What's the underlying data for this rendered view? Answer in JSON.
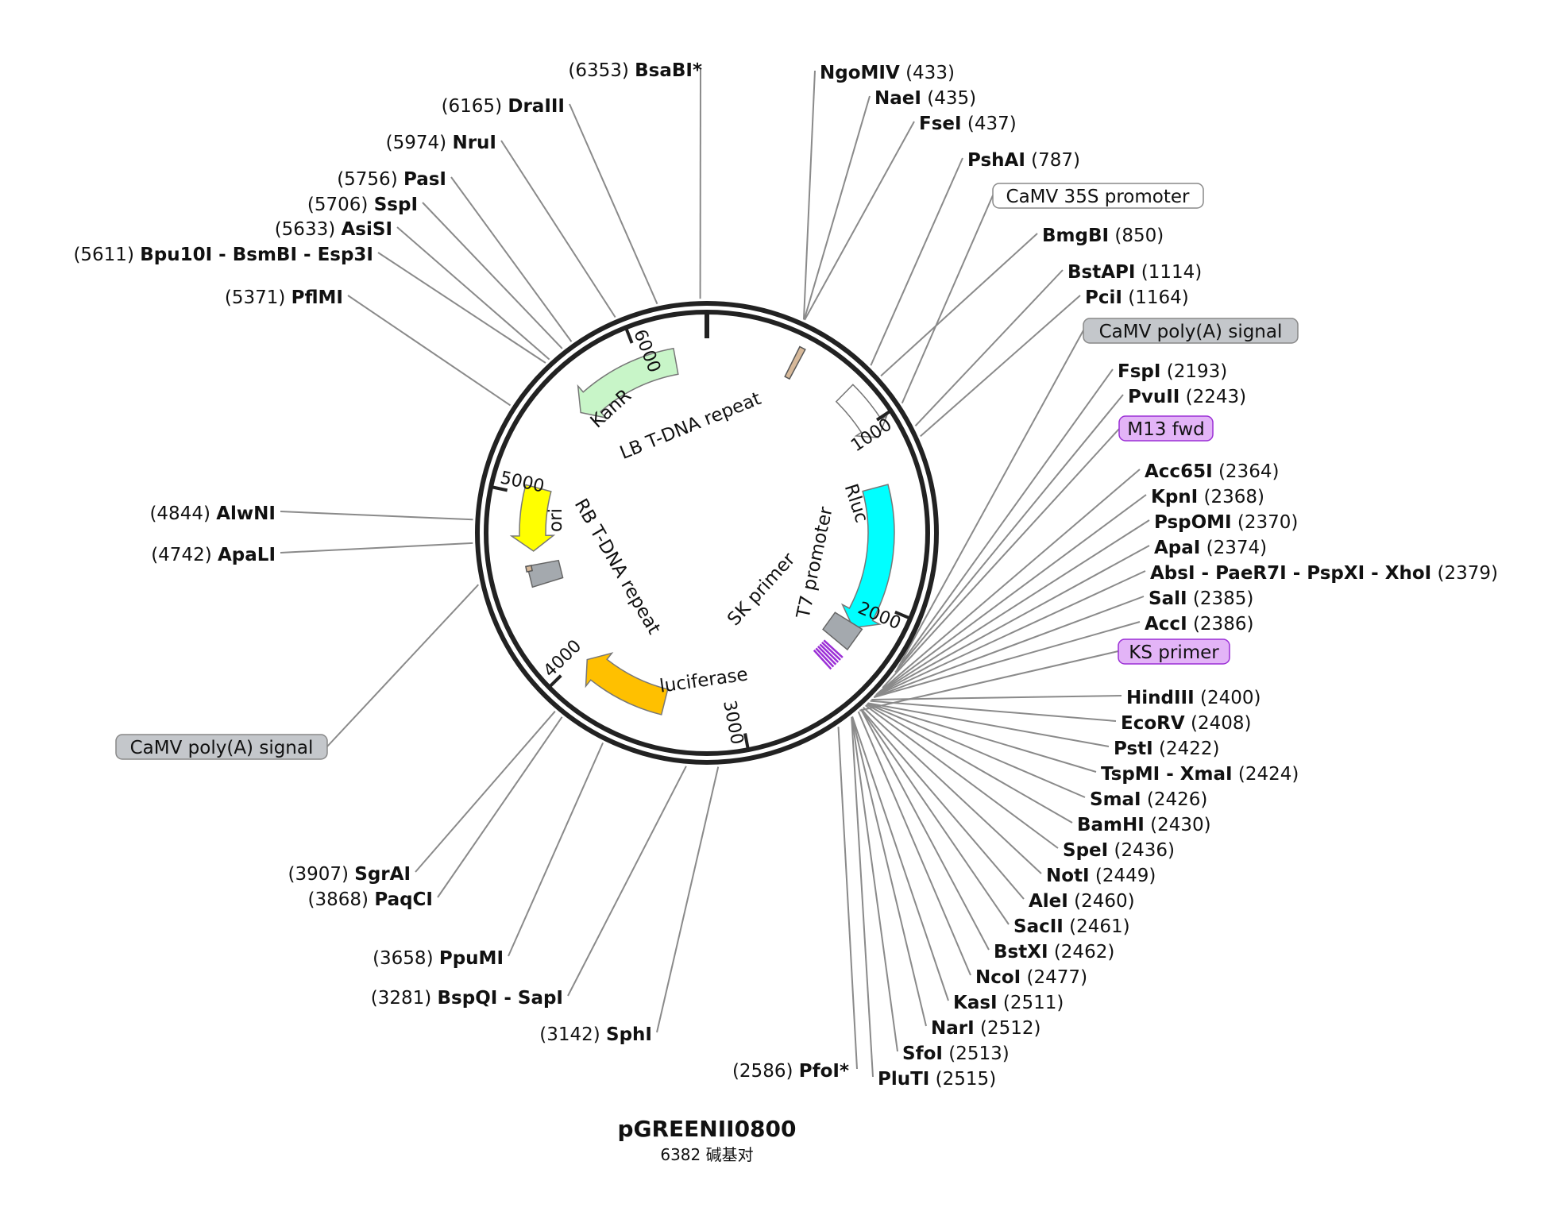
{
  "plasmid": {
    "name": "pGREENII0800",
    "size_label": "6382 碱基对",
    "length": 6382
  },
  "colors": {
    "kanr": "#c8f5c8",
    "ori": "#ffff00",
    "rluc": "#00ffff",
    "luciferase": "#ffc000",
    "grey_feature": "#a4a9ae",
    "primer_fill": "#e3b4f7",
    "primer_stroke": "#9b2fd6",
    "polya_fill": "#c4c7cb",
    "promoter_fill": "#ffffff"
  },
  "ticks": [
    {
      "pos": 1000,
      "label": "1000"
    },
    {
      "pos": 2000,
      "label": "2000"
    },
    {
      "pos": 3000,
      "label": "3000"
    },
    {
      "pos": 4000,
      "label": "4000"
    },
    {
      "pos": 5000,
      "label": "5000"
    },
    {
      "pos": 6000,
      "label": "6000"
    }
  ],
  "features": [
    {
      "name": "KanR",
      "start": 6200,
      "end": 5560,
      "color": "#c8f5c8",
      "shape": "arrow"
    },
    {
      "name": "ori",
      "start": 5050,
      "end": 4680,
      "color": "#ffff00",
      "shape": "arrow"
    },
    {
      "name": "Rluc",
      "start": 1330,
      "end": 2180,
      "color": "#00ffff",
      "shape": "arrow"
    },
    {
      "name": "luciferase",
      "start": 3440,
      "end": 3960,
      "color": "#ffc000",
      "shape": "arrow"
    },
    {
      "name": "CaMV 35S promoter",
      "start": 470,
      "end": 1280,
      "color": "#ffffff",
      "shape": "arrow-outline"
    }
  ],
  "feature_labels": [
    {
      "text": "KanR"
    },
    {
      "text": "ori"
    },
    {
      "text": "Rluc"
    },
    {
      "text": "luciferase"
    },
    {
      "text": "LB T-DNA repeat"
    },
    {
      "text": "RB T-DNA repeat"
    },
    {
      "text": "T7 promoter"
    },
    {
      "text": "SK primer"
    }
  ],
  "boxed_labels": [
    {
      "text": "CaMV 35S promoter",
      "style": "promoter"
    },
    {
      "text": "CaMV poly(A) signal",
      "style": "polya"
    },
    {
      "text": "M13 fwd",
      "style": "primer"
    },
    {
      "text": "KS primer",
      "style": "primer"
    },
    {
      "text": "CaMV poly(A) signal",
      "style": "polya"
    }
  ],
  "sites": [
    {
      "pos": "(6353)",
      "name": "BsaBI*",
      "p": 6353
    },
    {
      "pos": "(6165)",
      "name": "DraIII",
      "p": 6165
    },
    {
      "pos": "(5974)",
      "name": "NruI",
      "p": 5974
    },
    {
      "pos": "(5756)",
      "name": "PasI",
      "p": 5756
    },
    {
      "pos": "(5706)",
      "name": "SspI",
      "p": 5706
    },
    {
      "pos": "(5633)",
      "name": "AsiSI",
      "p": 5633
    },
    {
      "pos": "(5611)",
      "name": "Bpu10I - BsmBI - Esp3I",
      "p": 5611
    },
    {
      "pos": "(5371)",
      "name": "PflMI",
      "p": 5371
    },
    {
      "pos": "(4844)",
      "name": "AlwNI",
      "p": 4844
    },
    {
      "pos": "(4742)",
      "name": "ApaLI",
      "p": 4742
    },
    {
      "pos": "(3907)",
      "name": "SgrAI",
      "p": 3907
    },
    {
      "pos": "(3868)",
      "name": "PaqCI",
      "p": 3868
    },
    {
      "pos": "(3658)",
      "name": "PpuMI",
      "p": 3658
    },
    {
      "pos": "(3281)",
      "name": "BspQI - SapI",
      "p": 3281
    },
    {
      "pos": "(3142)",
      "name": "SphI",
      "p": 3142
    },
    {
      "pos": "(2586)",
      "name": "PfoI*",
      "p": 2586
    },
    {
      "pos": "(433)",
      "name": "NgoMIV",
      "p": 433
    },
    {
      "pos": "(435)",
      "name": "NaeI",
      "p": 435
    },
    {
      "pos": "(437)",
      "name": "FseI",
      "p": 437
    },
    {
      "pos": "(787)",
      "name": "PshAI",
      "p": 787
    },
    {
      "pos": "(850)",
      "name": "BmgBI",
      "p": 850
    },
    {
      "pos": "(1114)",
      "name": "BstAPI",
      "p": 1114
    },
    {
      "pos": "(1164)",
      "name": "PciI",
      "p": 1164
    },
    {
      "pos": "(2193)",
      "name": "FspI",
      "p": 2193
    },
    {
      "pos": "(2243)",
      "name": "PvuII",
      "p": 2243
    },
    {
      "pos": "(2364)",
      "name": "Acc65I",
      "p": 2364
    },
    {
      "pos": "(2368)",
      "name": "KpnI",
      "p": 2368
    },
    {
      "pos": "(2370)",
      "name": "PspOMI",
      "p": 2370
    },
    {
      "pos": "(2374)",
      "name": "ApaI",
      "p": 2374
    },
    {
      "pos": "(2379)",
      "name": "AbsI - PaeR7I - PspXI - XhoI",
      "p": 2379
    },
    {
      "pos": "(2385)",
      "name": "SalI",
      "p": 2385
    },
    {
      "pos": "(2386)",
      "name": "AccI",
      "p": 2386
    },
    {
      "pos": "(2400)",
      "name": "HindIII",
      "p": 2400
    },
    {
      "pos": "(2408)",
      "name": "EcoRV",
      "p": 2408
    },
    {
      "pos": "(2422)",
      "name": "PstI",
      "p": 2422
    },
    {
      "pos": "(2424)",
      "name": "TspMI - XmaI",
      "p": 2424
    },
    {
      "pos": "(2426)",
      "name": "SmaI",
      "p": 2426
    },
    {
      "pos": "(2430)",
      "name": "BamHI",
      "p": 2430
    },
    {
      "pos": "(2436)",
      "name": "SpeI",
      "p": 2436
    },
    {
      "pos": "(2449)",
      "name": "NotI",
      "p": 2449
    },
    {
      "pos": "(2460)",
      "name": "AleI",
      "p": 2460
    },
    {
      "pos": "(2461)",
      "name": "SacII",
      "p": 2461
    },
    {
      "pos": "(2462)",
      "name": "BstXI",
      "p": 2462
    },
    {
      "pos": "(2477)",
      "name": "NcoI",
      "p": 2477
    },
    {
      "pos": "(2511)",
      "name": "KasI",
      "p": 2511
    },
    {
      "pos": "(2512)",
      "name": "NarI",
      "p": 2512
    },
    {
      "pos": "(2513)",
      "name": "SfoI",
      "p": 2513
    },
    {
      "pos": "(2515)",
      "name": "PluTI",
      "p": 2515
    }
  ]
}
